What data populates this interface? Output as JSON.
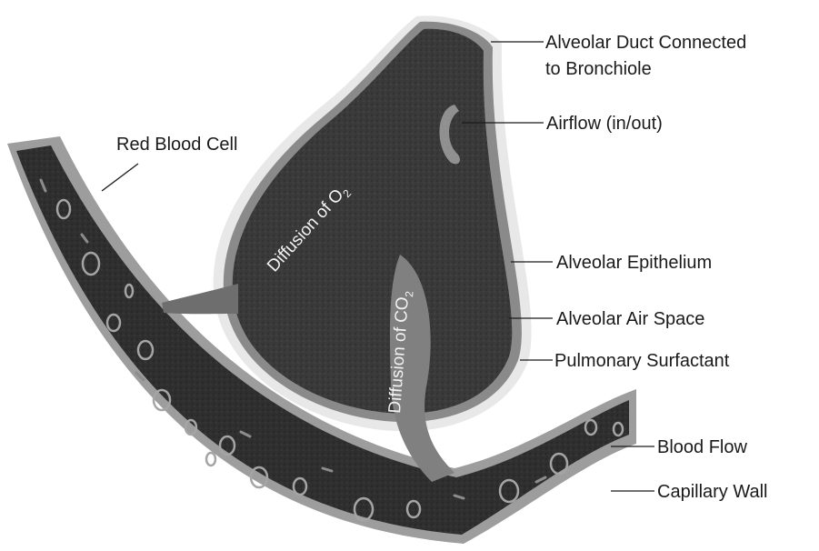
{
  "labels": {
    "duct_line1": "Alveolar Duct Connected",
    "duct_line2": "to Bronchiole",
    "airflow": "Airflow (in/out)",
    "red_blood_cell": "Red Blood Cell",
    "epithelium": "Alveolar Epithelium",
    "air_space": "Alveolar Air Space",
    "surfactant": "Pulmonary Surfactant",
    "blood_flow": "Blood Flow",
    "capillary_wall": "Capillary Wall"
  },
  "inner_labels": {
    "o2_prefix": "Diffusion of O",
    "o2_sub": "2",
    "co2_prefix": "Diffusion of CO",
    "co2_sub": "2"
  },
  "colors": {
    "alveolus_fill": "#3b3b3b",
    "epithelium_rim": "#8a8a8a",
    "surfactant_edge": "#e6e6e6",
    "capillary_fill": "#343434",
    "capillary_wall": "#a8a8a8",
    "blood_cell": "#9a9a9a",
    "diffusion_band": "#7d7d7d"
  }
}
